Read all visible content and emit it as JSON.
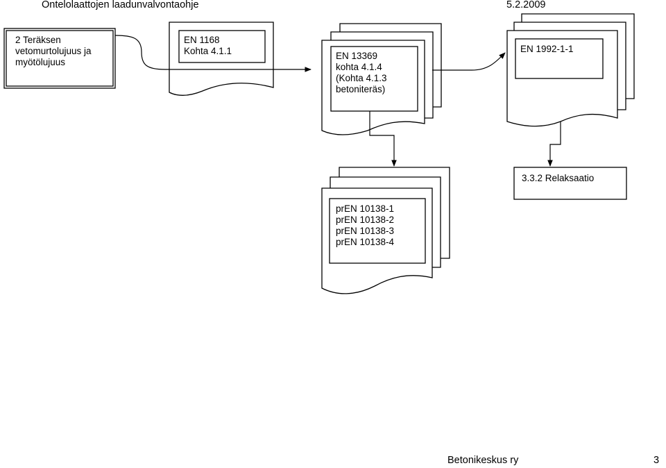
{
  "header": {
    "doc_title": "Ontelolaattojen laadunvalvontaohje",
    "date": "5.2.2009"
  },
  "footer": {
    "organization": "Betonikeskus ry",
    "page_number": "3"
  },
  "diagram": {
    "start_box": {
      "lines": [
        "2 Teräksen",
        "vetomurtolujuus ja",
        "myötölujuus"
      ]
    },
    "en1168": {
      "lines": [
        "EN 1168",
        "Kohta 4.1.1"
      ]
    },
    "en13369": {
      "lines": [
        "EN 13369",
        "kohta 4.1.4",
        "(Kohta 4.1.3",
        "betoniteräs)"
      ]
    },
    "en1992": {
      "lines": [
        "EN 1992-1-1"
      ]
    },
    "pren10138": {
      "lines": [
        "prEN 10138-1",
        "prEN 10138-2",
        "prEN 10138-3",
        "prEN 10138-4"
      ]
    },
    "relaksaatio": {
      "lines": [
        "3.3.2 Relaksaatio"
      ]
    }
  }
}
